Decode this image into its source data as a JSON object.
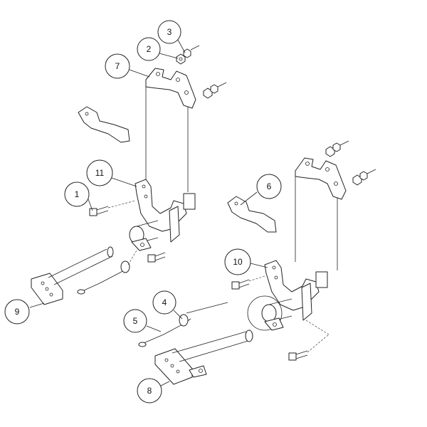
{
  "diagram": {
    "type": "exploded-parts-view",
    "callouts": [
      {
        "id": "c1",
        "label": "1"
      },
      {
        "id": "c2",
        "label": "2"
      },
      {
        "id": "c3",
        "label": "3"
      },
      {
        "id": "c4",
        "label": "4"
      },
      {
        "id": "c5",
        "label": "5"
      },
      {
        "id": "c6",
        "label": "6"
      },
      {
        "id": "c7",
        "label": "7"
      },
      {
        "id": "c8",
        "label": "8"
      },
      {
        "id": "c9",
        "label": "9"
      },
      {
        "id": "c10",
        "label": "10"
      },
      {
        "id": "c11",
        "label": "11"
      }
    ]
  }
}
